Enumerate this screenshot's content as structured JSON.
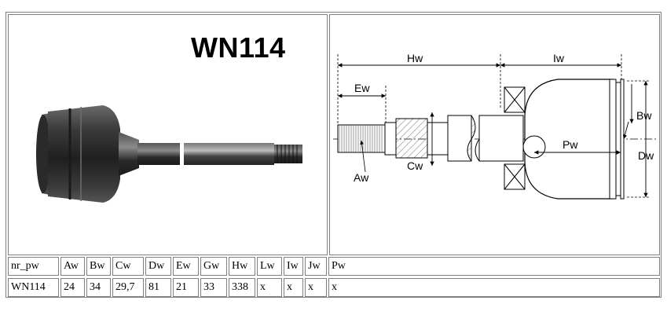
{
  "part_number": "WN114",
  "drawing_labels": {
    "hw": "Hw",
    "iw": "Iw",
    "ew": "Ew",
    "bw": "Bw",
    "dw": "Dw",
    "pw": "Pw",
    "cw": "Cw",
    "aw": "Aw"
  },
  "spec_table": {
    "headers": [
      "nr_pw",
      "Aw",
      "Bw",
      "Cw",
      "Dw",
      "Ew",
      "Gw",
      "Hw",
      "Lw",
      "Iw",
      "Jw",
      "Pw"
    ],
    "values": [
      "WN114",
      "24",
      "34",
      "29,7",
      "81",
      "21",
      "33",
      "338",
      "x",
      "x",
      "x",
      "x"
    ]
  },
  "colors": {
    "border": "#808080",
    "metal_dark": "#2b2b2b",
    "metal_mid": "#5a5a5a",
    "metal_light": "#9a9a9a"
  }
}
